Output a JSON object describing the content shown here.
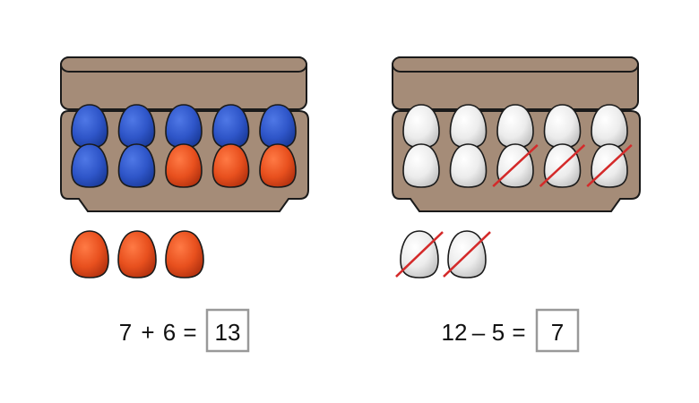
{
  "colors": {
    "carton": "#a58c78",
    "carton_stroke": "#1a1a1a",
    "blue_egg": "#2f56c9",
    "blue_egg_dark": "#1c3d9e",
    "red_egg": "#e8501e",
    "red_egg_dark": "#b73410",
    "white_egg": "#ececec",
    "white_egg_dark": "#c4c4c4",
    "cross_out": "#d42a2a",
    "answer_box": "#999999"
  },
  "left_problem": {
    "carton_top_row": [
      "blue",
      "blue",
      "blue",
      "blue",
      "blue"
    ],
    "carton_bottom_row": [
      "blue",
      "blue",
      "red",
      "red",
      "red"
    ],
    "loose_eggs": [
      "red",
      "red",
      "red"
    ],
    "equation": {
      "a": "7",
      "op": "+",
      "b": "6",
      "eq": "=",
      "answer": "13"
    }
  },
  "right_problem": {
    "carton_top_row": [
      {
        "color": "white",
        "crossed": false
      },
      {
        "color": "white",
        "crossed": false
      },
      {
        "color": "white",
        "crossed": false
      },
      {
        "color": "white",
        "crossed": false
      },
      {
        "color": "white",
        "crossed": false
      }
    ],
    "carton_bottom_row": [
      {
        "color": "white",
        "crossed": false
      },
      {
        "color": "white",
        "crossed": false
      },
      {
        "color": "white",
        "crossed": true
      },
      {
        "color": "white",
        "crossed": true
      },
      {
        "color": "white",
        "crossed": true
      }
    ],
    "loose_eggs": [
      {
        "color": "white",
        "crossed": true
      },
      {
        "color": "white",
        "crossed": true
      }
    ],
    "equation": {
      "a": "12",
      "op": "–",
      "b": "5",
      "eq": "=",
      "answer": "7"
    }
  }
}
